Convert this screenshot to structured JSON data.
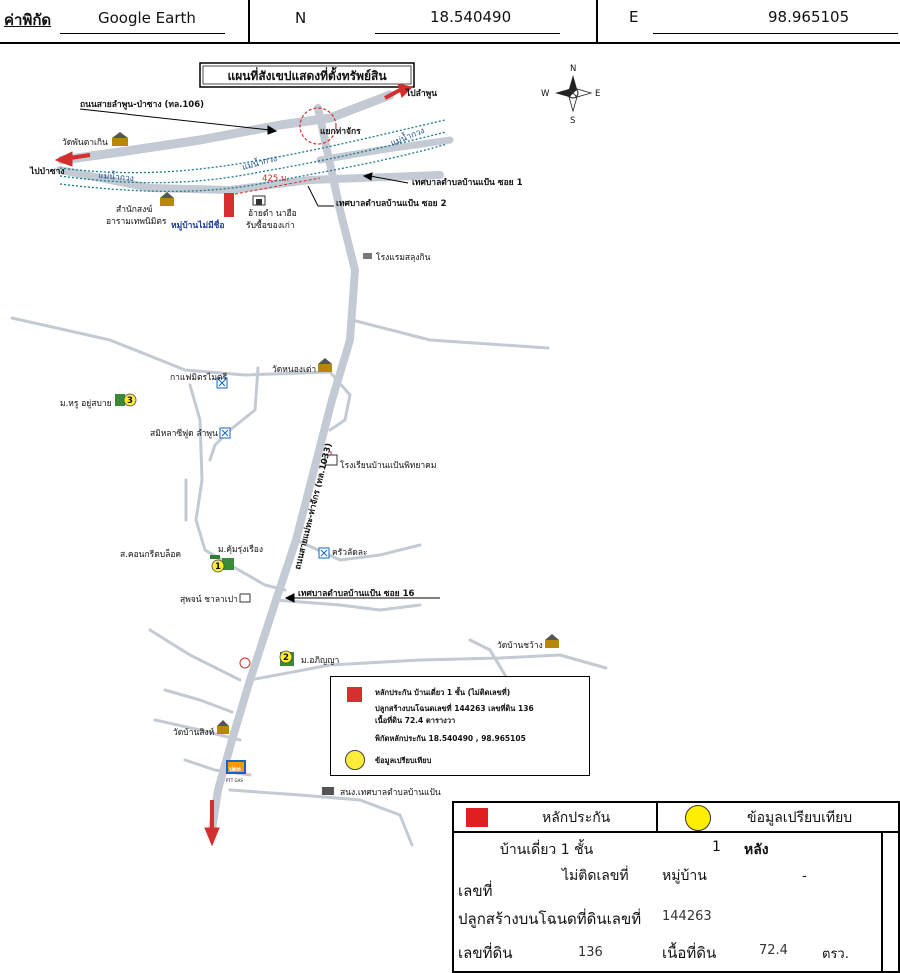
{
  "header": {
    "coord_label": "ค่าพิกัด",
    "source": "Google Earth",
    "n_label": "N",
    "n_value": "18.540490",
    "e_label": "E",
    "e_value": "98.965105"
  },
  "map": {
    "title": "แผนที่สังเขปแสดงที่ตั้งทรัพย์สิน",
    "compass": {
      "n": "N",
      "s": "S",
      "e": "E",
      "w": "W"
    },
    "labels": {
      "road_106": "ถนนสายลำพูน-ป่าซาง (ทล.106)",
      "to_lamphun": "ไปลำพูน",
      "to_pasang": "ไปป่าซาง",
      "intersection": "แยกท่าจักร",
      "wat_phan_ta_koen": "วัดพันตาเกิน",
      "river_kuang_1": "แม่น้ำกวง",
      "river_kuang_2": "แม่น้ำกวง",
      "river_kuang_3": "แม่น้ำกวง",
      "distance": "425 ม.",
      "soi1": "เทศบาลตำบลบ้านแป้น ซอย 1",
      "soi2": "เทศบาลตำบลบ้านแป้น ซอย 2",
      "sangkha_1": "สำนักสงฆ์",
      "sangkha_2": "อารามเทพนิมิตร",
      "unnamed_village": "หมู่บ้านไม่มีชื่อ",
      "shop_1": "อ้ายดำ นาฮือ",
      "shop_2": "รับซื้อของเก่า",
      "hotel": "โรงแรมสลุงกิน",
      "cafe": "กาแฟมิตรไมตรี",
      "wat_nong_tao": "วัดหนองเต่า",
      "moo_huru": "ม.หรู อยู่สบาย",
      "hall": "สมิหลาซีฟูด ลำพูน",
      "school": "โรงเรียนบ้านแป้นพิทยาคม",
      "road_1033": "ถนนสายแม่ทะ-ท่าจักร (ทล.1033)",
      "concrete": "ส.คอนกรีตบล็อค",
      "moo_khum": "ม.คุ้มรุ่งเรือง",
      "kruo": "ครัวลัดละ",
      "suphot": "สุพจน์ ชาลาเปา",
      "soi16": "เทศบาลตำบลบ้านแป้น ซอย 16",
      "wat_ban_chwang": "วัดบ้านชว้าง",
      "moo_aphinya": "ม.อภิญญา",
      "wat_ban_sing": "วัดบ้านสิงห์",
      "municipal": "สนง.เทศบาลตำบลบ้านแป้น",
      "marker_3": "3",
      "marker_1": "1",
      "marker_2": "2",
      "ptt": "ปตท",
      "ptt_sub": "PTT GAS"
    },
    "legend": {
      "collateral_line1": "หลักประกัน บ้านเดี่ยว 1 ชั้น (ไม่ติดเลขที่)",
      "collateral_line2": "ปลูกสร้างบนโฉนดเลขที่ 144263 เลขที่ดิน 136",
      "collateral_line3": "เนื้อที่ดิน 72.4 ตารางวา",
      "collateral_line4": "พิกัดหลักประกัน 18.540490 , 98.965105",
      "comparison": "ข้อมูลเปรียบเทียบ"
    }
  },
  "info": {
    "collateral_label": "หลักประกัน",
    "comparison_label": "ข้อมูลเปรียบเทียบ",
    "building_type": "บ้านเดี่ยว 1 ชั้น",
    "building_count": "1",
    "building_unit": "หลัง",
    "house_no_label": "เลขที่",
    "house_no_value": "ไม่ติดเลขที่",
    "village_label": "หมู่บ้าน",
    "village_value": "-",
    "deed_label": "ปลูกสร้างบนโฉนดที่ดินเลขที่",
    "deed_value": "144263",
    "land_no_label": "เลขที่ดิน",
    "land_no_value": "136",
    "area_label": "เนื้อที่ดิน",
    "area_value": "72.4",
    "area_unit": "ตรว."
  },
  "colors": {
    "road": "#c4cad3",
    "collateral": "#d62f2f",
    "comparison": "#ffeb3b",
    "arrow": "#d32f2f",
    "river": "#1f7a8c"
  }
}
